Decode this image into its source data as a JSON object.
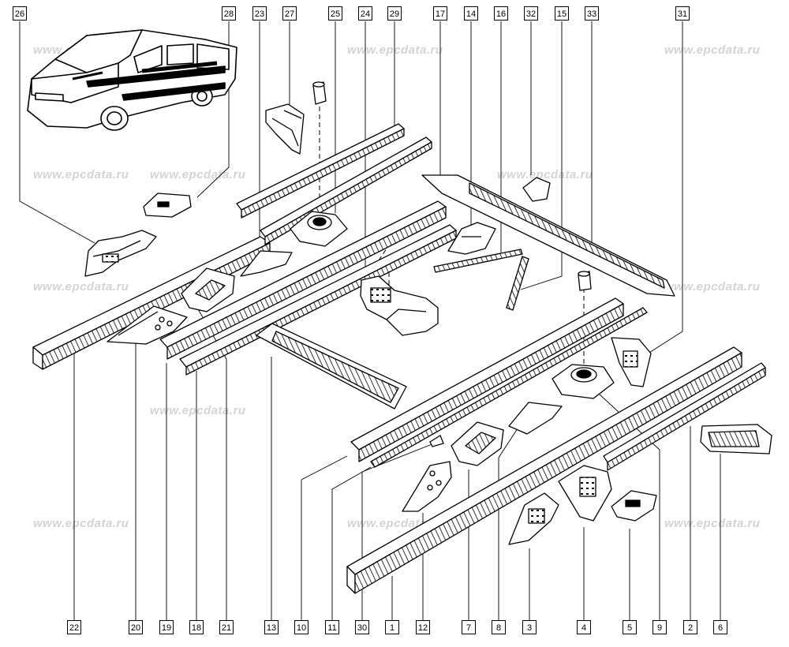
{
  "watermark": "www.epcdata.ru",
  "callouts_top": [
    "26",
    "28",
    "23",
    "27",
    "25",
    "24",
    "29",
    "17",
    "14",
    "16",
    "32",
    "15",
    "33",
    "31"
  ],
  "callouts_bottom": [
    "22",
    "20",
    "19",
    "18",
    "21",
    "13",
    "10",
    "11",
    "30",
    "1",
    "12",
    "7",
    "8",
    "3",
    "4",
    "5",
    "9",
    "2",
    "6"
  ],
  "colors": {
    "line": "#000000",
    "watermark": "#d4d4d4",
    "background": "#ffffff"
  }
}
